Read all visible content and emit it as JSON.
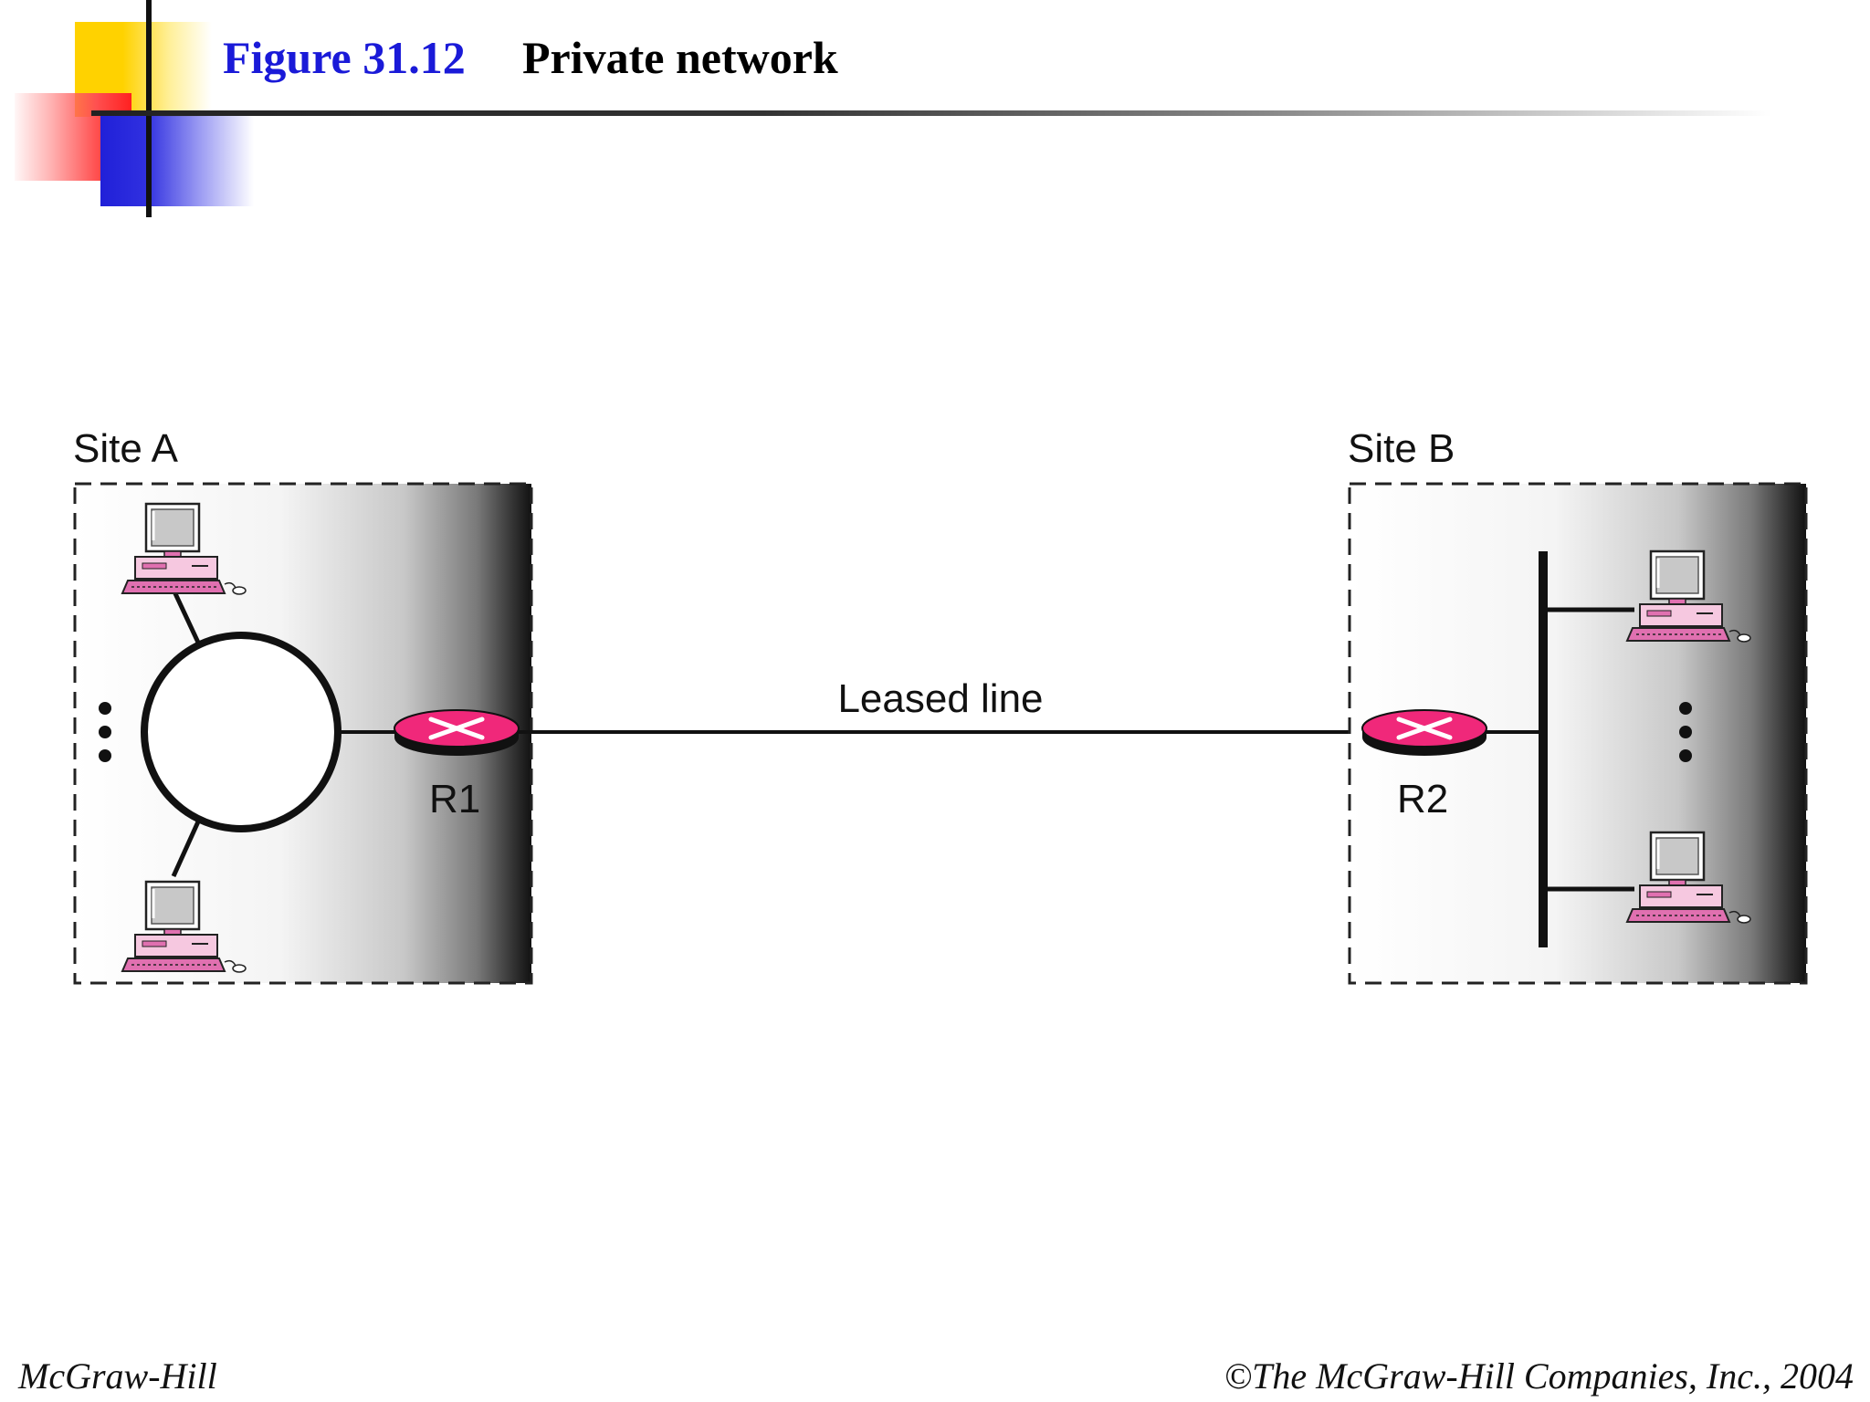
{
  "title": {
    "figure_number": "Figure 31.12",
    "caption": "Private network"
  },
  "diagram": {
    "site_a": {
      "label": "Site A",
      "topology": "ring",
      "router": "R1"
    },
    "site_b": {
      "label": "Site B",
      "topology": "bus",
      "router": "R2"
    },
    "link_label": "Leased line"
  },
  "icons": [
    "computer-icon",
    "router-icon",
    "ellipsis-dots"
  ],
  "colors": {
    "title_number": "#1a1ad8",
    "router": "#f0287a",
    "computer": "#e070b0"
  },
  "footer": {
    "publisher": "McGraw-Hill",
    "copyright": "©The McGraw-Hill Companies, Inc., 2004"
  }
}
